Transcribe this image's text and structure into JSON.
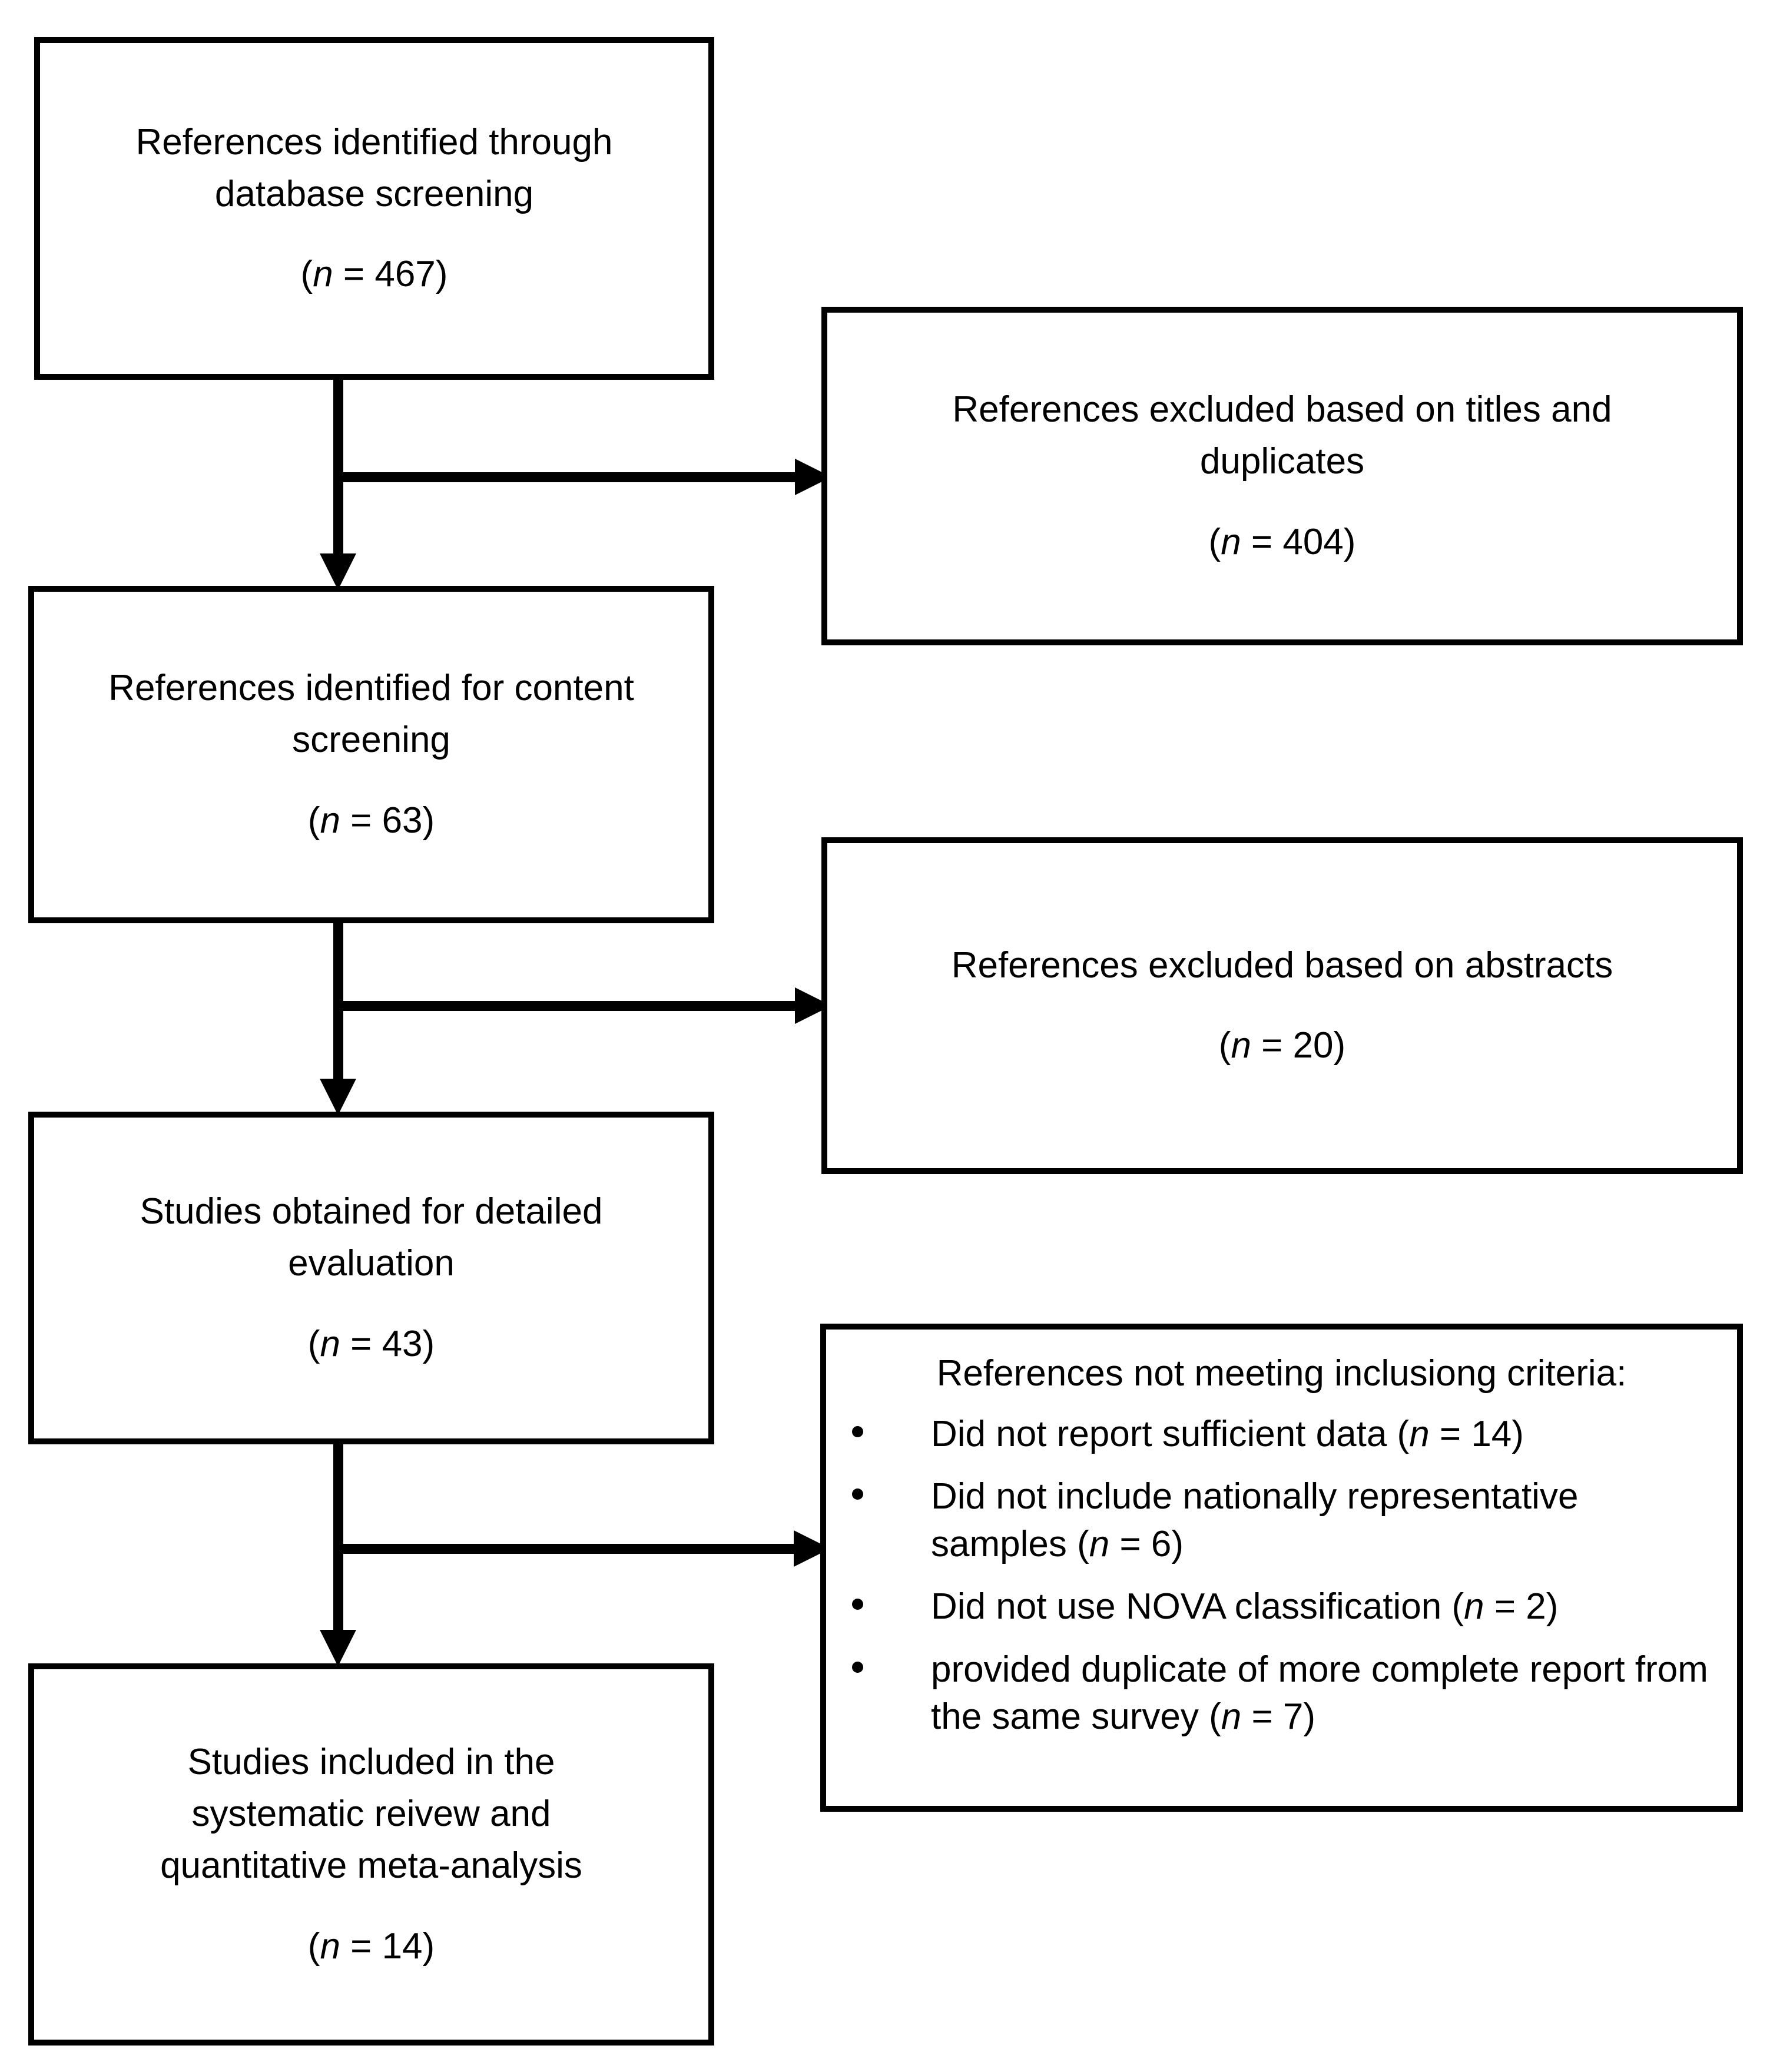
{
  "diagram": {
    "type": "prisma-flow-diagram",
    "boxes": {
      "identified": {
        "line1": "References identified through",
        "line2": "database screening",
        "count_prefix": "(",
        "count_n": "n",
        "count_value": " = 467)"
      },
      "excluded_titles": {
        "line1": "References excluded based on titles and",
        "line2": "duplicates",
        "count_prefix": "(",
        "count_n": "n",
        "count_value": " = 404)"
      },
      "content_screening": {
        "line1": "References identified for content",
        "line2": "screening",
        "count_prefix": "(",
        "count_n": "n",
        "count_value": " = 63)"
      },
      "excluded_abstracts": {
        "line1": "References excluded based on abstracts",
        "count_prefix": "(",
        "count_n": "n",
        "count_value": " = 20)"
      },
      "detailed_evaluation": {
        "line1": "Studies obtained for detailed",
        "line2": "evaluation",
        "count_prefix": "(",
        "count_n": "n",
        "count_value": " = 43)"
      },
      "not_meeting_criteria": {
        "heading": "References not meeting inclusiong criteria:",
        "items": [
          {
            "text": "Did not report sufficient data (",
            "n": "n",
            "tail": " = 14)"
          },
          {
            "text": "Did not include nationally representative samples (",
            "n": "n",
            "tail": " = 6)"
          },
          {
            "text": "Did not use NOVA classification (",
            "n": "n",
            "tail": " = 2)"
          },
          {
            "text": "provided duplicate of more complete report from the same survey (",
            "n": "n",
            "tail": " = 7)"
          }
        ]
      },
      "included": {
        "line1": "Studies included in the",
        "line2": "systematic reivew and",
        "line3": "quantitative meta-analysis",
        "count_prefix": "(",
        "count_n": "n",
        "count_value": " = 14)"
      }
    },
    "colors": {
      "stroke": "#000000",
      "background": "#ffffff",
      "text": "#000000"
    }
  }
}
